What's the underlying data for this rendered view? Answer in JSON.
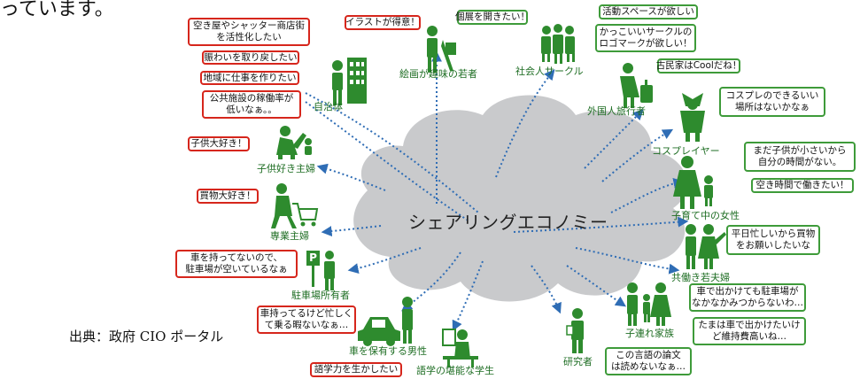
{
  "header_text": "っています。",
  "source_note": "出典：政府 CIO ポータル",
  "center_label": "シェアリングエコノミー",
  "colors": {
    "provider_border": "#d6261c",
    "user_border": "#3e9b3a",
    "figure_green": "#2e8b2e",
    "label_green": "#1f6e24",
    "arrow_blue": "#2f6db5",
    "cloud": "#c9cacc"
  },
  "nodes": {
    "jichitai": {
      "label": "自治体",
      "icon": "building-person-icon"
    },
    "kaiga": {
      "label": "絵画が趣味の若者",
      "icon": "painter-icon"
    },
    "circle": {
      "label": "社会人サークル",
      "icon": "group-icon"
    },
    "traveler": {
      "label": "外国人旅行者",
      "icon": "traveler-icon"
    },
    "cosplayer": {
      "label": "コスプレイヤー",
      "icon": "cosplayer-icon"
    },
    "kosodate": {
      "label": "子育て中の女性",
      "icon": "mother-child-icon"
    },
    "tomobataraki": {
      "label": "共働き若夫婦",
      "icon": "couple-icon"
    },
    "kozure": {
      "label": "子連れ家族",
      "icon": "family-icon"
    },
    "kenkyusha": {
      "label": "研究者",
      "icon": "researcher-icon"
    },
    "gakusei": {
      "label": "語学の堪能な学生",
      "icon": "student-icon"
    },
    "car_owner": {
      "label": "車を保有する男性",
      "icon": "car-owner-icon"
    },
    "parking": {
      "label": "駐車場所有者",
      "icon": "parking-owner-icon"
    },
    "sengyo": {
      "label": "専業主婦",
      "icon": "shopper-icon"
    },
    "kodomo": {
      "label": "子供好き主婦",
      "icon": "child-lover-icon"
    }
  },
  "bubbles": {
    "jichitai_1": "空き屋やシャッター商店街\nを活性化したい",
    "jichitai_2": "賑わいを取り戻したい",
    "jichitai_3": "地域に仕事を作りたい",
    "jichitai_4": "公共施設の稼働率が\n低いなぁ。。",
    "kaiga": "イラストが得意！",
    "kaiga_2": "個展を開きたい！",
    "circle_1": "活動スペースが欲しい",
    "circle_2": "かっこいいサークルの\nロゴマークが欲しい！",
    "traveler": "古民家はCoolだね！",
    "cosplayer": "コスプレのできるいい\n場所はないかなぁ",
    "kosodate_1": "まだ子供が小さいから\n自分の時間がない。",
    "kosodate_2": "空き時間で働きたい！",
    "tomobataraki": "平日忙しいから買物\nをお願いしたいな",
    "kozure_1": "車で出かけても駐車場が\nなかなかみつからないわ…",
    "kozure_2": "たまは車で出かけたいけ\nど維持費高いね…",
    "kenkyusha": "この言語の論文\nは読めないなぁ…",
    "gakusei": "語学力を生かしたい",
    "car_owner": "車持ってるけど忙しく\nて乗る暇ないなぁ…",
    "parking": "車を持ってないので、\n駐車場が空いているなぁ",
    "sengyo": "買物大好き！",
    "kodomo": "子供大好き！"
  },
  "parking_sign": "P"
}
